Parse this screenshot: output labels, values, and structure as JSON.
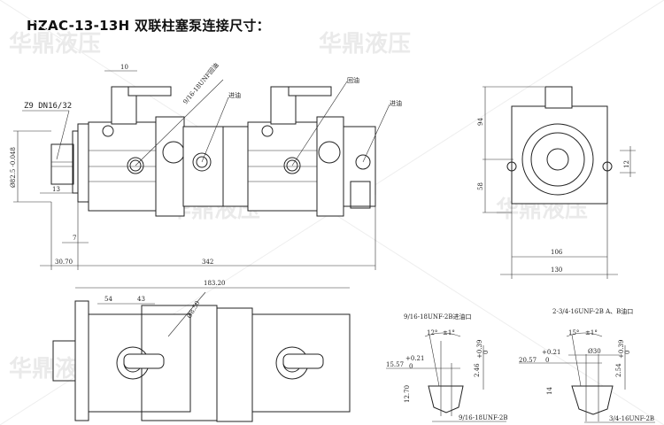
{
  "title": "HZAC-13-13H 双联柱塞泵连接尺寸：",
  "watermark": "华鼎液压",
  "side_view": {
    "spline": "Z9 DN16/32",
    "pilot_dia": "Ø82.5 -0.048",
    "handle_width": "10",
    "spline_len": "13",
    "flange_thk": "7",
    "shaft_len": "30.70",
    "total_len": "342",
    "port1": "9/16-18UNF回油",
    "port2": "进油",
    "port3": "回油",
    "port4": "进油"
  },
  "end_view": {
    "height_top": "94",
    "height_bottom": "58",
    "offset": "12",
    "width_inner": "106",
    "width_outer": "130"
  },
  "bottom_view": {
    "dim_a": "54",
    "dim_b": "43",
    "dim_c": "183.20",
    "hole": "Ø8.50"
  },
  "detail_inlet": {
    "title": "9/16-18UNF-2B进油口",
    "angle": "12°",
    "tol_angle": "±1°",
    "tol_upper": "+0.21",
    "tol_lower": "0",
    "dia": "15.57",
    "depth": "2.46",
    "depth_tol_upper": "+0.39",
    "depth_tol_lower": "0",
    "thread_depth": "12.70",
    "thread": "9/16-18UNF-2B"
  },
  "detail_ab": {
    "title": "2-3/4-16UNF-2B A、B油口",
    "angle": "15°",
    "tol_angle": "±1°",
    "tol_upper": "+0.21",
    "tol_lower": "0",
    "dia": "20.57",
    "spot": "Ø30",
    "depth": "2.54",
    "depth_tol_upper": "+0.39",
    "depth_tol_lower": "0",
    "thread_depth": "14",
    "thread": "3/4-16UNF-2B"
  }
}
